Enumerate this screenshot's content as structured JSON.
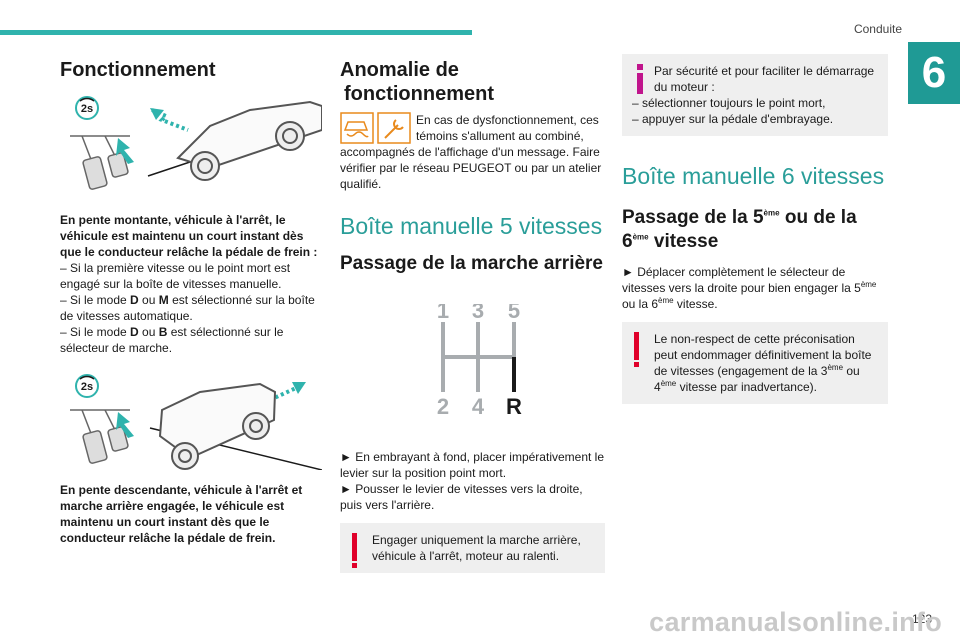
{
  "header": {
    "section": "Conduite",
    "chapter": "6"
  },
  "footer": {
    "page_number": "123",
    "watermark": "carmanualsonline.info"
  },
  "col1": {
    "title": "Fonctionnement",
    "badge1": "2s",
    "badge2": "2s",
    "para1_bold": "En pente montante, véhicule à l'arrêt, le véhicule est maintenu un court instant dès que le conducteur relâche la pédale de frein :",
    "item1": "–  Si la première vitesse ou le point mort est engagé sur la boîte de vitesses manuelle.",
    "item2_pre": "–  Si le mode ",
    "item2_d": "D",
    "item2_mid": " ou ",
    "item2_m": "M",
    "item2_post": " est sélectionné sur la boîte de vitesses automatique.",
    "item3_pre": "–  Si le mode ",
    "item3_d": "D",
    "item3_mid": " ou ",
    "item3_b": "B",
    "item3_post": " est sélectionné sur le sélecteur de marche.",
    "para2_bold": "En pente descendante, véhicule à l'arrêt et marche arrière engagée, le véhicule est maintenu un court instant dès que le conducteur relâche la pédale de frein."
  },
  "col2": {
    "title_line1": "Anomalie de",
    "title_line2": "fonctionnement",
    "anomaly_text": "En cas de dysfonctionnement, ces témoins s'allument au combiné, accompagnés de l'affichage d'un message. Faire vérifier par le réseau PEUGEOT ou par un atelier qualifié.",
    "section_title": "Boîte manuelle 5 vitesses",
    "sub_title": "Passage de la marche arrière",
    "gears": {
      "g1": "1",
      "g3": "3",
      "g5": "5",
      "g2": "2",
      "g4": "4",
      "gr": "R"
    },
    "step1": "►  En embrayant à fond, placer impérativement le levier sur la position point mort.",
    "step2": "►  Pousser le levier de vitesses vers la droite, puis vers l'arrière.",
    "warning": "Engager uniquement la marche arrière, véhicule à l'arrêt, moteur au ralenti."
  },
  "col3": {
    "info_text": "Par sécurité et pour faciliter le démarrage du moteur :",
    "info_item1": "–  sélectionner toujours le point mort,",
    "info_item2": "–  appuyer sur la pédale d'embrayage.",
    "section_title": "Boîte manuelle 6 vitesses",
    "sub_pre": "Passage de la 5",
    "sub_sup1": "ème",
    "sub_mid": " ou de la 6",
    "sub_sup2": "ème",
    "sub_post": " vitesse",
    "step_pre": "►  Déplacer complètement le sélecteur de vitesses vers la droite pour bien engager la 5",
    "step_sup1": "ème",
    "step_mid": " ou la 6",
    "step_sup2": "ème",
    "step_post": " vitesse.",
    "warn_pre": "Le non-respect de cette préconisation peut endommager définitivement la boîte de vitesses (engagement de la 3",
    "warn_sup1": "ème",
    "warn_mid": " ou 4",
    "warn_sup2": "ème",
    "warn_post": " vitesse par inadvertance)."
  },
  "colors": {
    "accent": "#2fb3ad",
    "tab": "#1f9a95",
    "warning": "#e0002a",
    "info": "#c0148c",
    "box": "#efefef"
  }
}
